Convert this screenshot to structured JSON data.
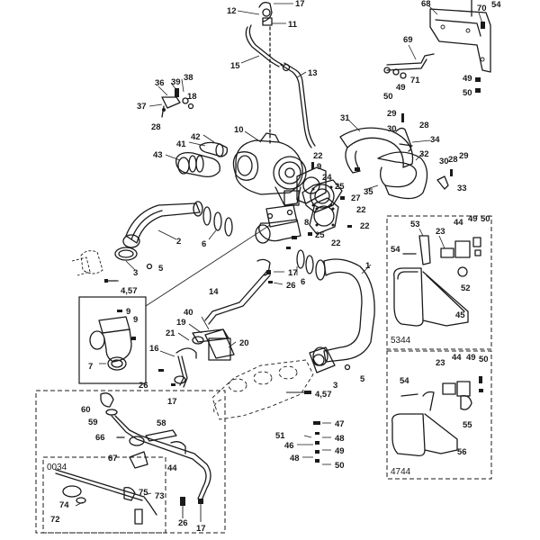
{
  "diagram": {
    "detail_codes": {
      "top_right": "5344",
      "bottom_right": "4744",
      "bottom_left": "0034"
    },
    "callouts": {
      "c12": "12",
      "c17a": "17",
      "c11": "11",
      "c15": "15",
      "c13": "13",
      "c68": "68",
      "c70": "70",
      "c54a": "54",
      "c69": "69",
      "c71": "71",
      "c49a": "49",
      "c50a": "50",
      "c49b": "49",
      "c50b": "50",
      "c36": "36",
      "c39": "39",
      "c38": "38",
      "c18": "18",
      "c37": "37",
      "c28a": "28",
      "c10": "10",
      "c42": "42",
      "c41": "41",
      "c43": "43",
      "c22a": "22",
      "c9a": "9",
      "c24": "24",
      "c25a": "25",
      "c8": "8",
      "c27": "27",
      "c22b": "22",
      "c35": "35",
      "c25b": "25",
      "c22c": "22",
      "c22d": "22",
      "c31": "31",
      "c29a": "29",
      "c30a": "30",
      "c28b": "28",
      "c34": "34",
      "c32": "32",
      "c30b": "30",
      "c28c": "28",
      "c29b": "29",
      "c33": "33",
      "c2": "2",
      "c6a": "6",
      "c3a": "3",
      "c5a": "5",
      "c457a": "4,57",
      "c17b": "17",
      "c26a": "26",
      "c6b": "6",
      "c1": "1",
      "c14": "14",
      "c9b": "9",
      "c9c": "9",
      "c7": "7",
      "c40": "40",
      "c19": "19",
      "c21": "21",
      "c20": "20",
      "c16": "16",
      "c26b": "26",
      "c17c": "17",
      "c3b": "3",
      "c5b": "5",
      "c457b": "4,57",
      "c53": "53",
      "c23a": "23",
      "c44a": "44",
      "c49c": "49",
      "c50c": "50",
      "c54b": "54",
      "c52": "52",
      "c45": "45",
      "c54c": "54",
      "c23b": "23",
      "c44b": "44",
      "c49d": "49",
      "c50d": "50",
      "c55": "55",
      "c56": "56",
      "c47": "47",
      "c51": "51",
      "c48a": "48",
      "c46": "46",
      "c49e": "49",
      "c48b": "48",
      "c50e": "50",
      "c60": "60",
      "c59": "59",
      "c58": "58",
      "c66": "66",
      "c67": "67",
      "c44c": "44",
      "c75": "75",
      "c73": "73",
      "c74": "74",
      "c72": "72",
      "c26c": "26",
      "c17d": "17"
    }
  }
}
